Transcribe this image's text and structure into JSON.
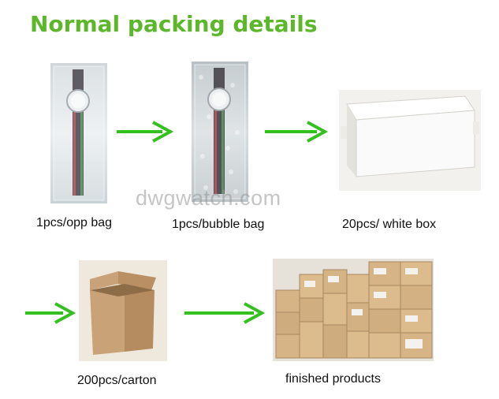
{
  "title": "Normal packing details",
  "watermark": "dwgwatch.com",
  "steps": [
    {
      "caption": "1pcs/opp bag",
      "image": "watch-in-opp-bag-photo"
    },
    {
      "caption": "1pcs/bubble bag",
      "image": "watch-in-bubble-bag-photo"
    },
    {
      "caption": "20pcs/ white box",
      "image": "white-box-photo"
    },
    {
      "caption": "200pcs/carton",
      "image": "carton-photo"
    },
    {
      "caption": "finished products",
      "image": "stacked-cartons-photo"
    }
  ],
  "colors": {
    "title": "#5cb82a",
    "arrow": "#34c01e"
  }
}
